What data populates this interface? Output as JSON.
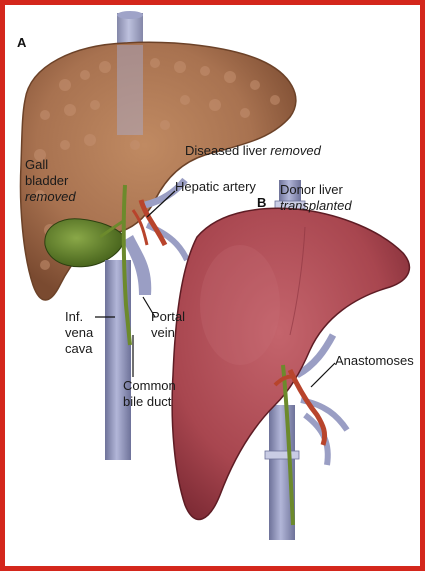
{
  "panels": {
    "a": {
      "letter": "A",
      "caption_normal": "Diseased liver ",
      "caption_italic": "removed"
    },
    "b": {
      "letter": "B",
      "caption_line1": "Donor liver",
      "caption_line2": "transplanted"
    }
  },
  "labels": {
    "gall_line1": "Gall",
    "gall_line2": "bladder",
    "gall_line3": "removed",
    "hepatic_artery": "Hepatic artery",
    "inf_line1": "Inf.",
    "inf_line2": "vena",
    "inf_line3": "cava",
    "portal_line1": "Portal",
    "portal_line2": "vein",
    "common_line1": "Common",
    "common_line2": "bile duct",
    "anastomoses": "Anastomoses"
  },
  "colors": {
    "frame_border": "#d4271c",
    "diseased_liver": "#a87250",
    "donor_liver": "#a8464f",
    "gall_bladder": "#5a7a24",
    "vena_cava": "#8e93bd",
    "artery": "#b8442c",
    "bile_duct": "#6c8a2c"
  }
}
